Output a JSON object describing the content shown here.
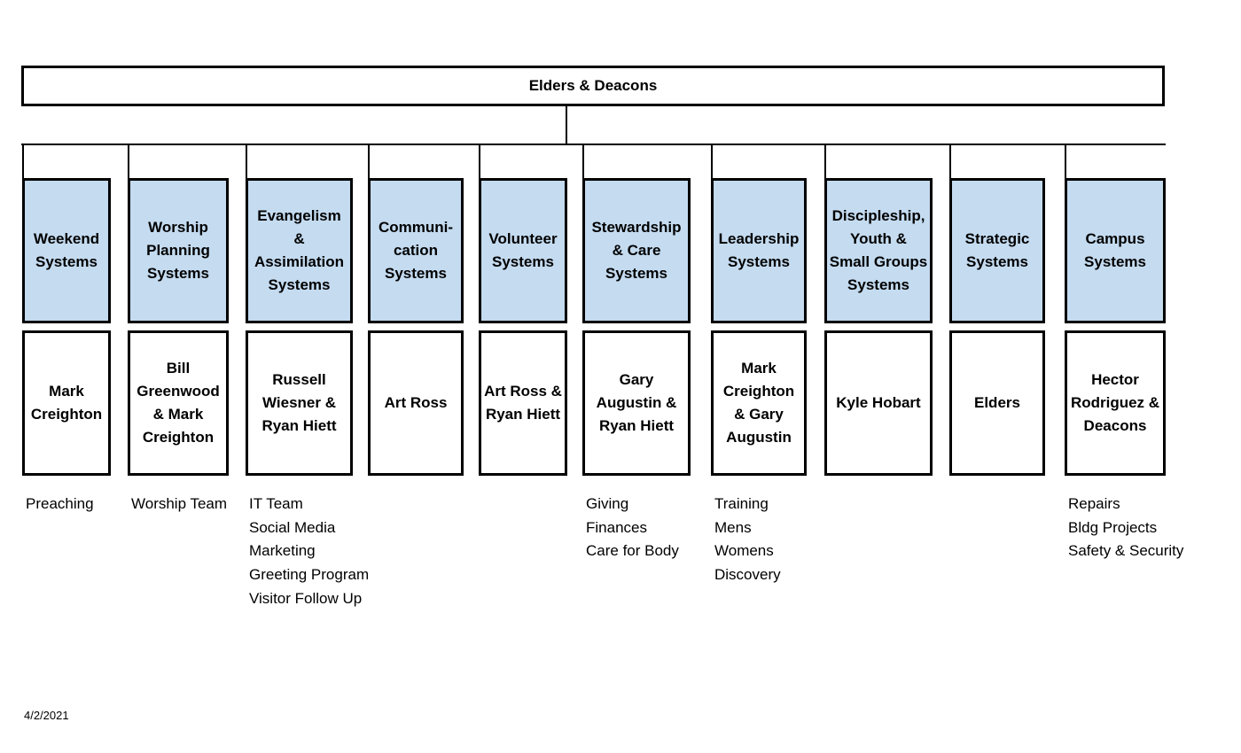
{
  "top": "Elders & Deacons",
  "date": "4/2/2021",
  "columns": [
    {
      "system": "Weekend Systems",
      "leader": "Mark Creighton",
      "duties": [
        "Preaching"
      ]
    },
    {
      "system": "Worship Planning Systems",
      "leader": "Bill Greenwood & Mark Creighton",
      "duties": [
        "Worship Team"
      ]
    },
    {
      "system": "Evangelism & Assimilation Systems",
      "leader": "Russell Wiesner & Ryan Hiett",
      "duties": [
        "IT Team",
        "Social Media",
        "Marketing",
        "Greeting Program",
        "Visitor Follow Up"
      ]
    },
    {
      "system": "Communi-cation Systems",
      "leader": "Art Ross",
      "duties": []
    },
    {
      "system": "Volunteer Systems",
      "leader": "Art Ross & Ryan Hiett",
      "duties": []
    },
    {
      "system": "Stewardship & Care Systems",
      "leader": "Gary Augustin & Ryan Hiett",
      "duties": [
        "Giving",
        "Finances",
        "Care for Body"
      ]
    },
    {
      "system": "Leadership Systems",
      "leader": "Mark Creighton & Gary Augustin",
      "duties": [
        "Training",
        "Mens",
        "Womens",
        "Discovery"
      ]
    },
    {
      "system": "Discipleship, Youth & Small Groups Systems",
      "leader": "Kyle Hobart",
      "duties": []
    },
    {
      "system": "Strategic Systems",
      "leader": "Elders",
      "duties": []
    },
    {
      "system": "Campus Systems",
      "leader": "Hector Rodriguez & Deacons",
      "duties": [
        "Repairs",
        "Bldg Projects",
        "Safety & Security"
      ]
    }
  ]
}
